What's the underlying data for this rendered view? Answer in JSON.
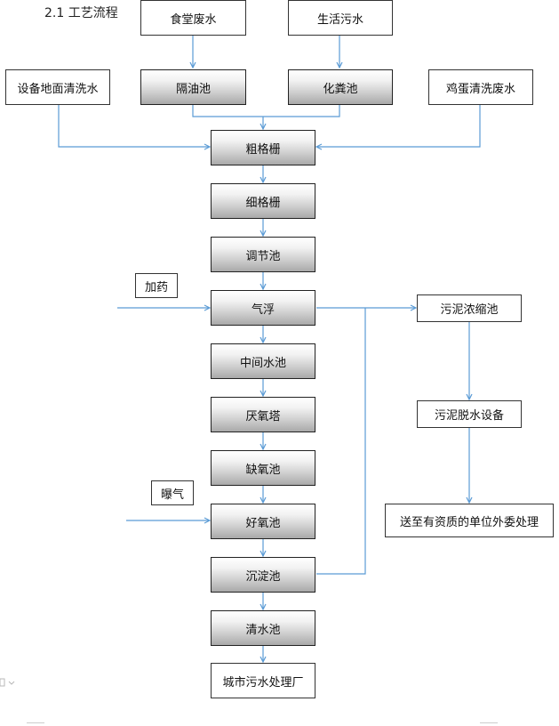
{
  "section_title": "2.1  工艺流程",
  "colors": {
    "line": "#5b9bd5",
    "border": "#222222"
  },
  "inputs": {
    "canteen": "食堂废水",
    "domestic": "生活污水",
    "floor_wash": "设备地面清洗水",
    "egg_wash": "鸡蛋清洗废水"
  },
  "pretreatment": {
    "oil_trap": "隔油池",
    "septic": "化粪池"
  },
  "main": {
    "coarse_screen": "粗格栅",
    "fine_screen": "细格栅",
    "equalization": "调节池",
    "flotation": "气浮",
    "intermediate": "中间水池",
    "anaerobic": "厌氧塔",
    "anoxic": "缺氧池",
    "aerobic": "好氧池",
    "sedimentation": "沉淀池",
    "clear_water": "清水池",
    "municipal": "城市污水处理厂"
  },
  "dosing": {
    "chemical": "加药",
    "aeration": "曝气"
  },
  "sludge": {
    "thickener": "污泥浓缩池",
    "dewatering": "污泥脱水设备",
    "outsource": "送至有资质的单位外委处理"
  }
}
